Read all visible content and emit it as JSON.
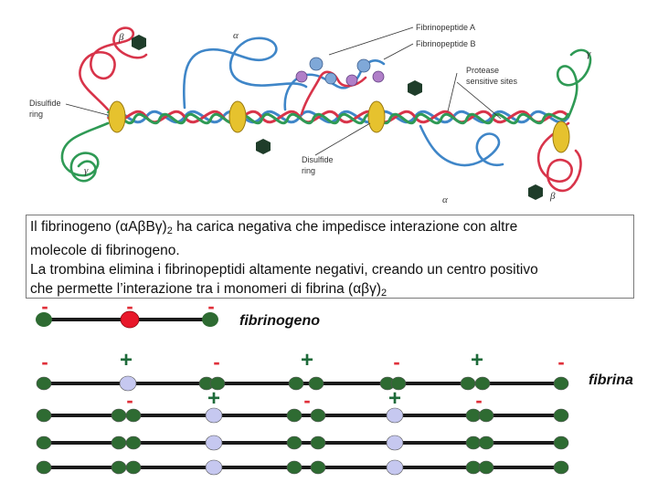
{
  "illustration": {
    "labels": {
      "fibrinopeptide_a": "Fibrinopeptide A",
      "fibrinopeptide_b": "Fibrinopeptide B",
      "protease_sites_line1": "Protease",
      "protease_sites_line2": "sensitive sites",
      "disulfide_left_line1": "Disulfide",
      "disulfide_left_line2": "ring",
      "disulfide_center_line1": "Disulfide",
      "disulfide_center_line2": "ring",
      "beta_top_left": "β",
      "alpha_top": "α",
      "gamma_top_right": "γ",
      "gamma_bottom_left": "γ",
      "alpha_bottom": "α",
      "beta_bottom_right": "β"
    },
    "colors": {
      "alpha_chain": "#3f86c8",
      "beta_chain": "#d8344a",
      "gamma_chain": "#2f9a55",
      "nodule": "#e6c22e",
      "carbohydrate": "#1f3d2a"
    }
  },
  "text_block": {
    "line1_main": "Il fibrinogeno (",
    "line1_greek": "αAβBγ",
    "line1_paren": ")",
    "line1_sub": "2",
    "line1_rest": " ha carica negativa che impedisce interazione con altre",
    "line2": "molecole di fibrinogeno.",
    "line3": "La trombina elimina i fibrinopeptidi altamente negativi, creando un centro positivo",
    "line4_main": "che  permette l’interazione tra i monomeri di fibrina (",
    "line4_greek": "αβγ",
    "line4_paren": ")",
    "line4_sub": "2"
  },
  "fibrinogen": {
    "label": "fibrinogeno",
    "signs": [
      "-",
      "-",
      "-"
    ]
  },
  "fibrin": {
    "label": "fibrina",
    "top_signs": [
      "-",
      "+",
      "-",
      "+",
      "-",
      "+",
      "-"
    ],
    "bottom_signs": [
      "-",
      "+",
      "-",
      "+",
      "-"
    ]
  },
  "colors": {
    "minus_sign": "#e0303a",
    "plus_sign": "#1e6b3a",
    "strand": "#1a1a1a",
    "end_node": "#2e6b32",
    "center_node_fibrinogen": "#e8172a",
    "center_node_fibrin": "#c6c8f0"
  }
}
